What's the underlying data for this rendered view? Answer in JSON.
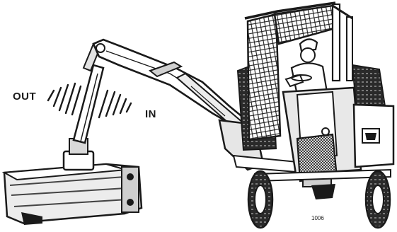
{
  "diagram": {
    "labels": {
      "out": "OUT",
      "in": "IN",
      "figure_number": "1006"
    },
    "colors": {
      "ink": "#1a1a1a",
      "background": "#ffffff",
      "tint": "#d8d8d8"
    }
  }
}
